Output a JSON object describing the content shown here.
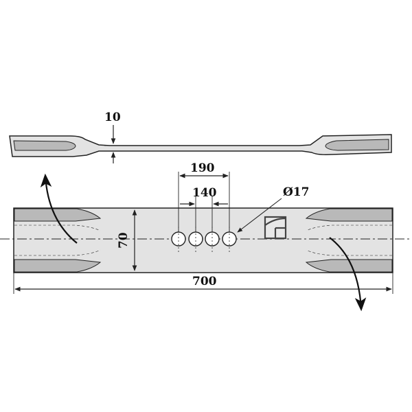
{
  "dimensions": {
    "thickness": "10",
    "hole_spacing_outer": "190",
    "hole_spacing_inner": "140",
    "hole_diameter": "Ø17",
    "width": "70",
    "length": "700"
  },
  "colors": {
    "blade_fill": "#e3e3e3",
    "edge_fill": "#b9b9b9",
    "line": "#222222"
  },
  "icons": {
    "rotation_arrows": "curved-arrow-icon",
    "symbol": "brand-mark-icon"
  }
}
